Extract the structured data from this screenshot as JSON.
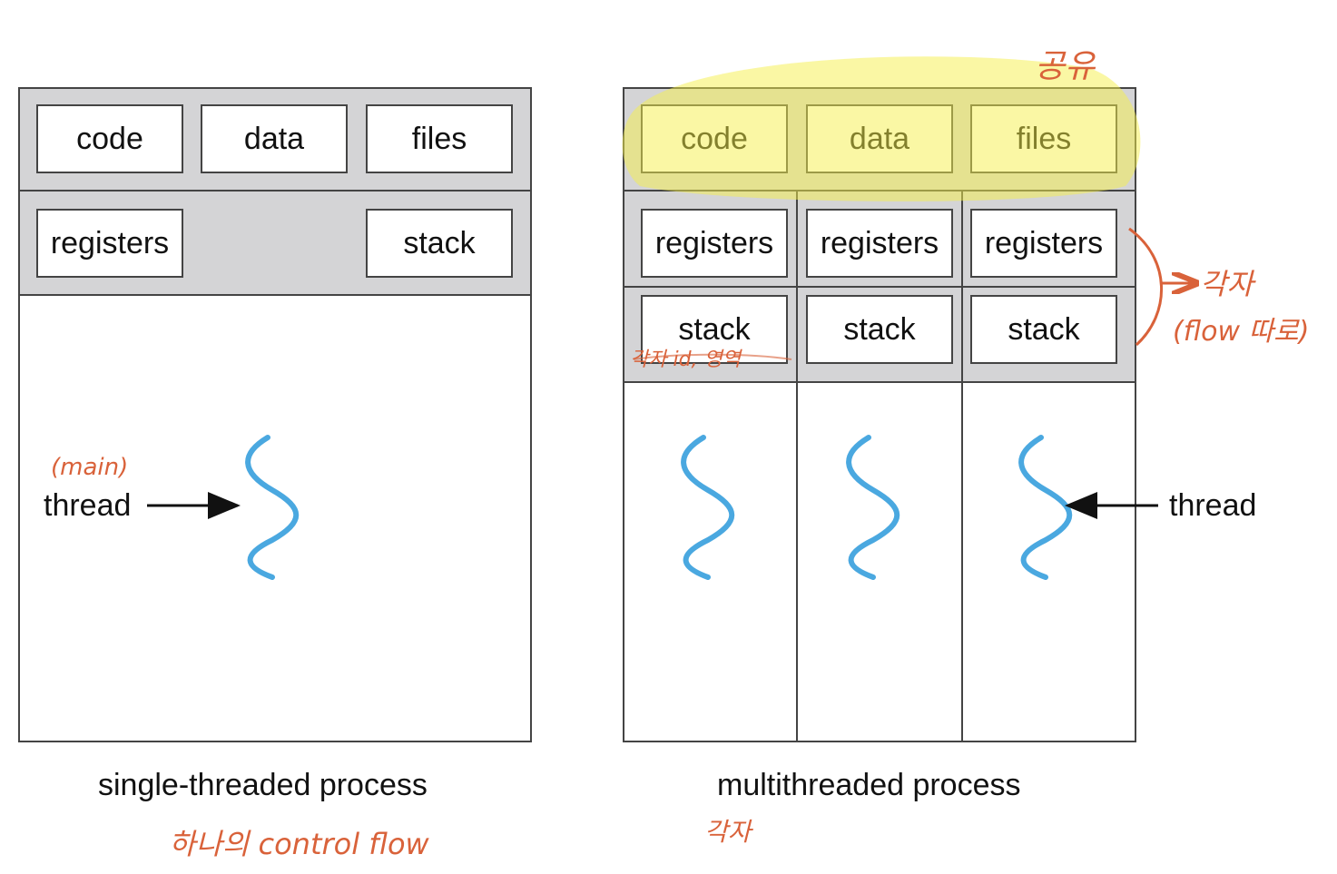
{
  "single": {
    "resources": [
      "code",
      "data",
      "files"
    ],
    "registers": "registers",
    "stack": "stack",
    "thread_label": "thread",
    "caption": "single-threaded process"
  },
  "multi": {
    "resources": [
      "code",
      "data",
      "files"
    ],
    "registers": [
      "registers",
      "registers",
      "registers"
    ],
    "stacks": [
      "stack",
      "stack",
      "stack"
    ],
    "thread_label": "thread",
    "caption": "multithreaded process"
  },
  "annotations": {
    "main": "(main)",
    "single_flow": "하나의 control flow",
    "shared": "공유",
    "each": "각자",
    "each_flow": "(flow 따로)",
    "each_id": "각자 id, 영역",
    "multi_each": "각자"
  },
  "colors": {
    "panel_gray": "#d4d4d6",
    "thread_blue": "#4aa8e0",
    "highlight": "#f5f04a",
    "annotation": "#d9623a"
  }
}
